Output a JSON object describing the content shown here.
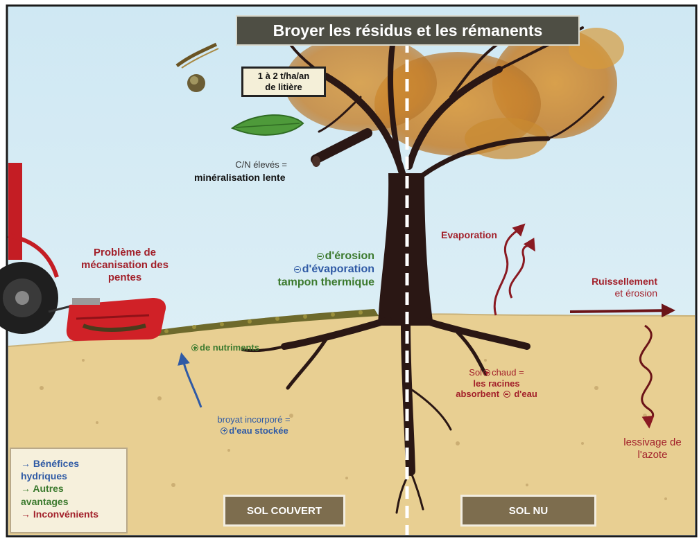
{
  "title": "Broyer les résidus et les rémanents",
  "litter_rate": {
    "line1": "1 à 2 t/ha/an",
    "line2": "de litière"
  },
  "cn": {
    "line1": "C/N élevés =",
    "line2": "minéralisation lente"
  },
  "mechanisation": {
    "line1": "Problème de",
    "line2": "mécanisation des",
    "line3": "pentes"
  },
  "covered_benefits": {
    "erosion": "d'érosion",
    "evaporation": "d'évaporation",
    "thermal": "tampon thermique"
  },
  "nutrients": "de nutriments",
  "incorporated": {
    "line1": "broyat incorporé =",
    "line2": "d'eau stockée"
  },
  "evaporation_label": "Evaporation",
  "runoff": {
    "line1": "Ruissellement",
    "line2": "et érosion"
  },
  "warm_soil": {
    "prefix": "Sol",
    "suffix": "chaud =",
    "line2": "les racines",
    "line3a": "absorbent",
    "line3b": "d'eau"
  },
  "leaching": {
    "line1": "lessivage de",
    "line2": "l'azote"
  },
  "buttons": {
    "covered": "SOL COUVERT",
    "bare": "SOL NU"
  },
  "legend": {
    "items": [
      {
        "arrow": "→",
        "text": "Bénéfices",
        "text2": "hydriques",
        "color": "#2f5aa5"
      },
      {
        "arrow": "→",
        "text": "Autres",
        "text2": "avantages",
        "color": "#3c7a2e"
      },
      {
        "arrow": "→",
        "text": "Inconvénients",
        "color": "#a2202a"
      }
    ]
  },
  "colors": {
    "sky": "#d7ecf4",
    "soil": "#e8cf92",
    "water_benefit": "#2f5aa5",
    "other_benefit": "#3c7a2e",
    "drawback": "#a2202a",
    "trunk": "#2a1714",
    "foliage": "#c9882e"
  }
}
